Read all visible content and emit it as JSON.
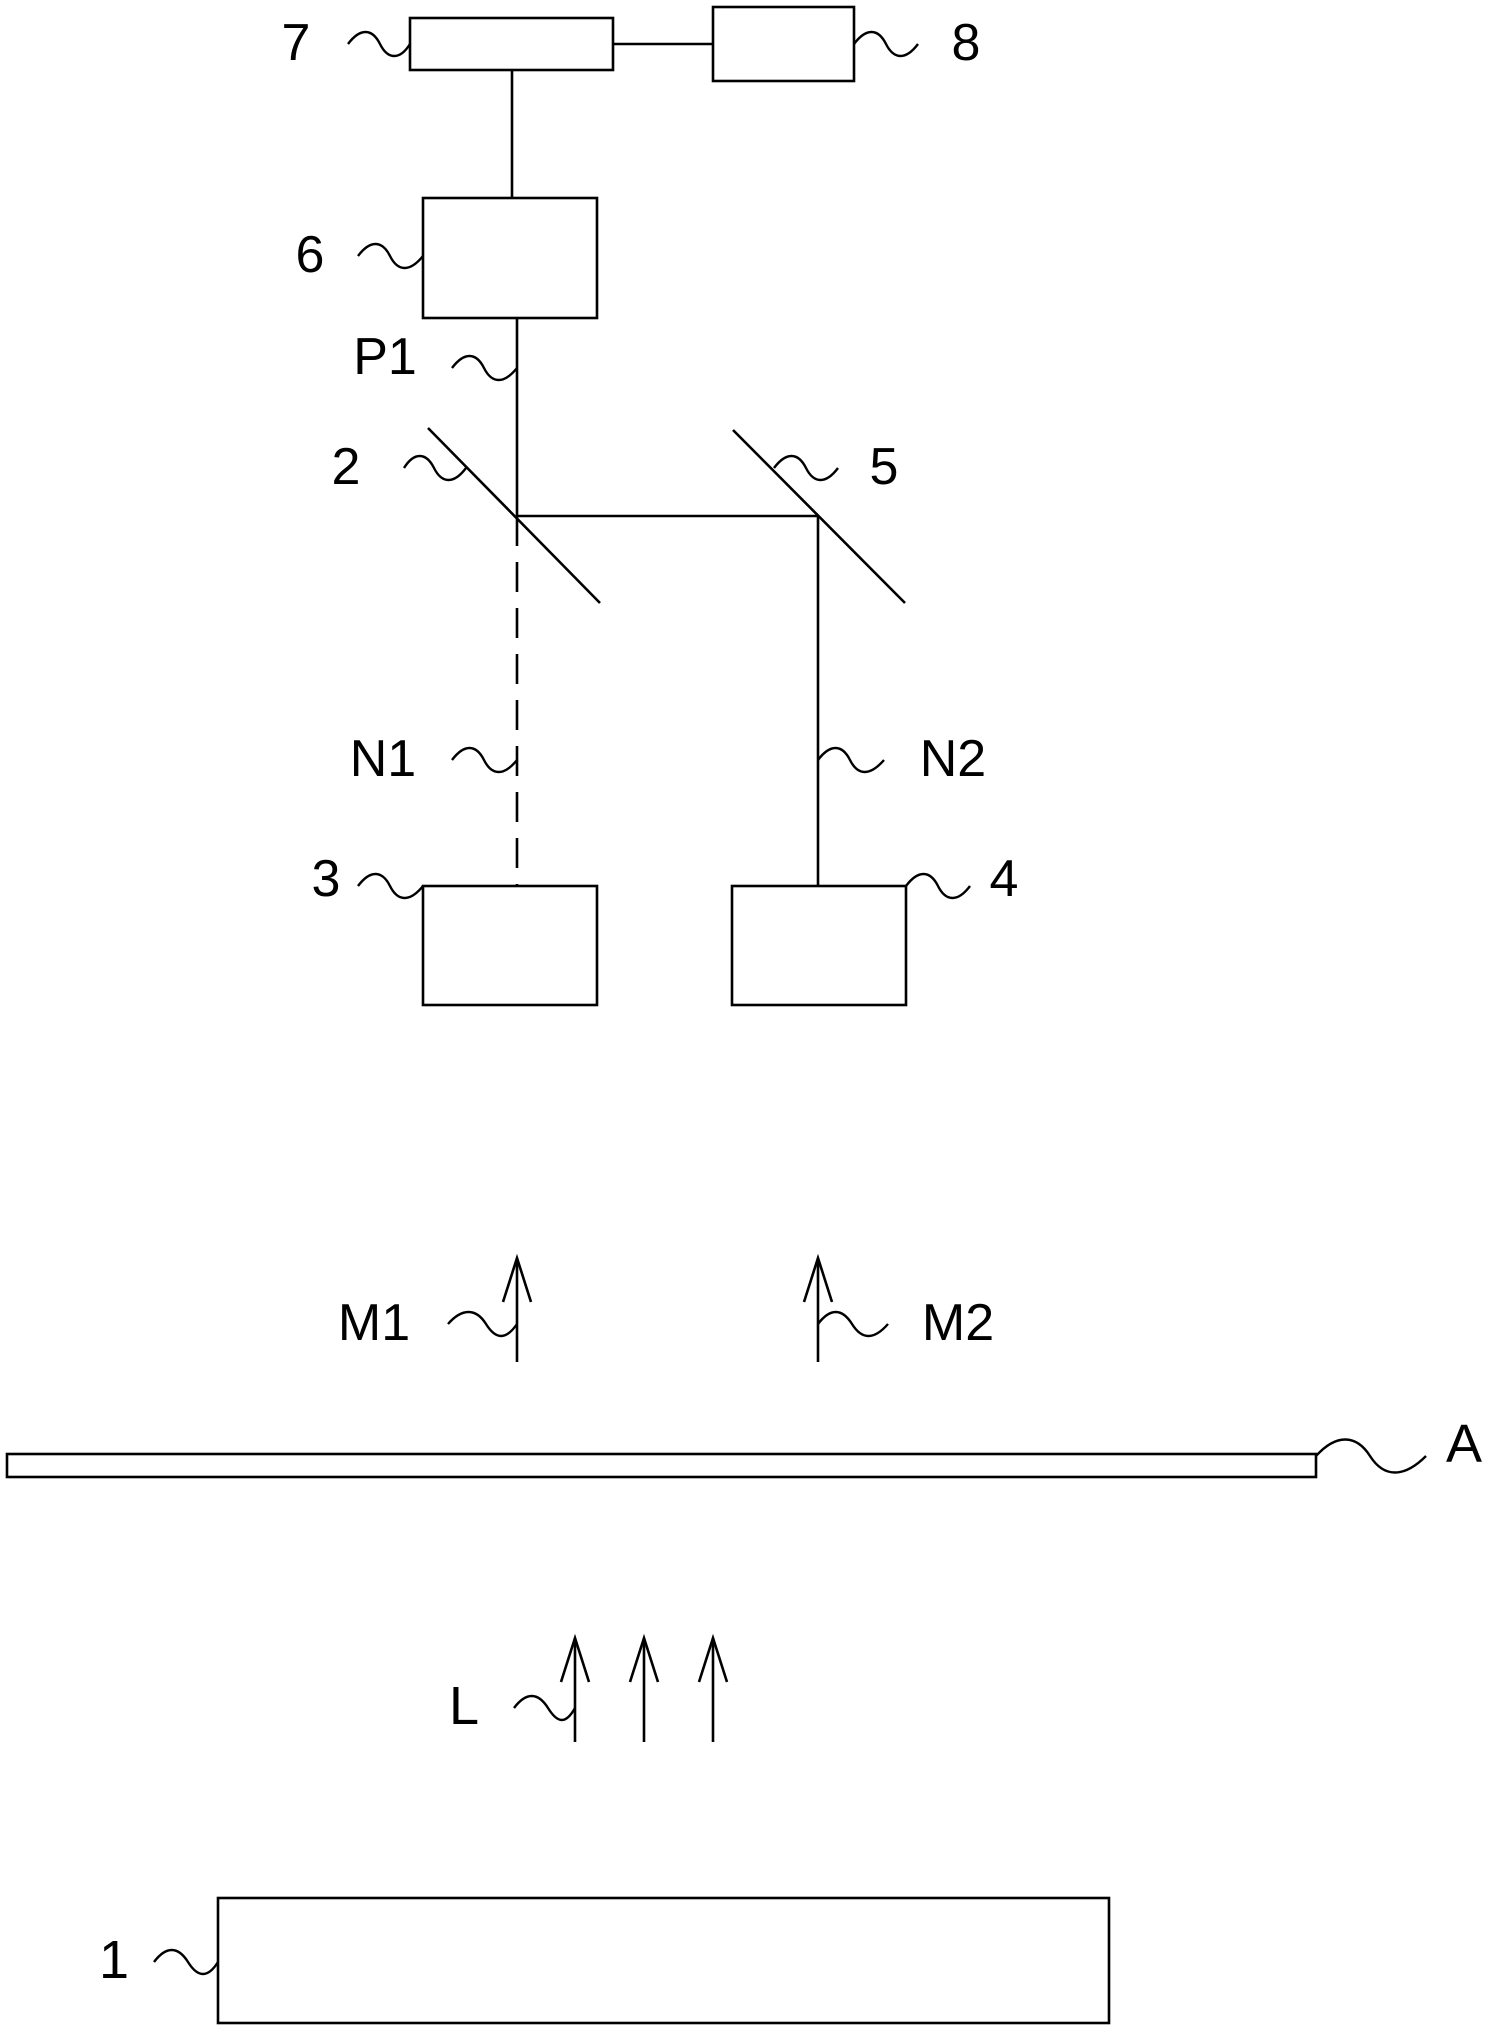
{
  "labels": {
    "l7": "7",
    "l8": "8",
    "l6": "6",
    "lP1": "P1",
    "l2": "2",
    "l5": "5",
    "lN1": "N1",
    "lN2": "N2",
    "l3": "3",
    "l4": "4",
    "lM1": "M1",
    "lM2": "M2",
    "lA": "A",
    "lL": "L",
    "l1": "1"
  },
  "colors": {
    "line": "#000000",
    "background": "#ffffff"
  }
}
